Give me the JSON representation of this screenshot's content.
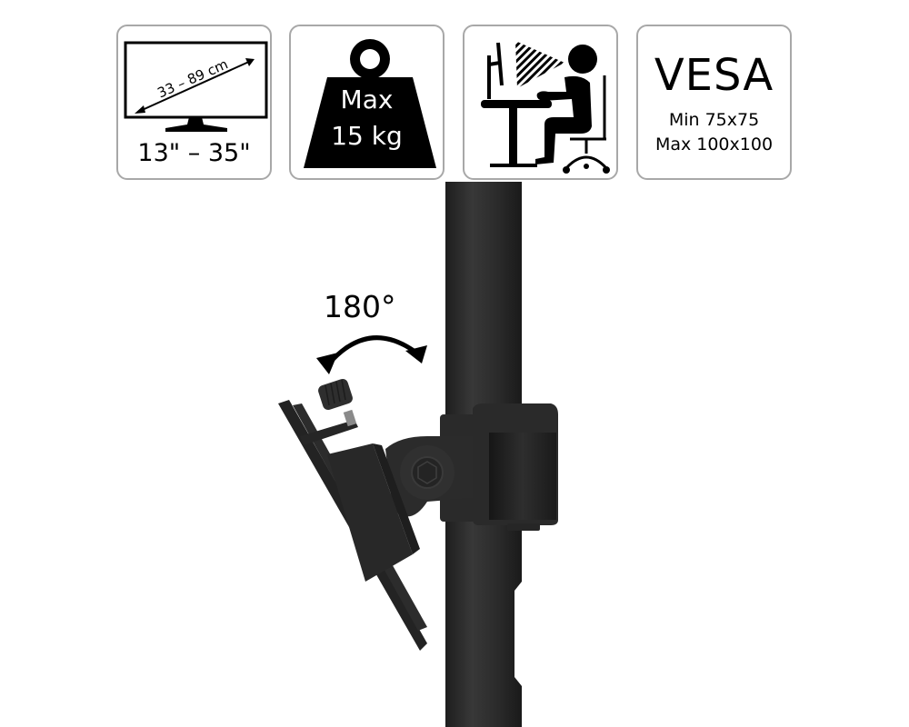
{
  "badges": {
    "screen_size": {
      "diagonal_label": "33 – 89 cm",
      "size_label": "13\" – 35\"",
      "icon": "monitor-diagonal-icon"
    },
    "max_weight": {
      "line1": "Max",
      "line2": "15 kg",
      "icon": "weight-icon"
    },
    "ergonomics": {
      "icon": "seated-user-at-desk-icon"
    },
    "vesa": {
      "title": "VESA",
      "min": "Min 75x75",
      "max": "Max 100x100"
    }
  },
  "product": {
    "rotation_label": "180°",
    "rotation_icon": "double-arrow-rotation-icon",
    "colors": {
      "pole": "#2b2b2b",
      "pole_highlight": "#3d3d3d",
      "mount": "#262626",
      "badge_border": "#a8a8a8"
    }
  }
}
